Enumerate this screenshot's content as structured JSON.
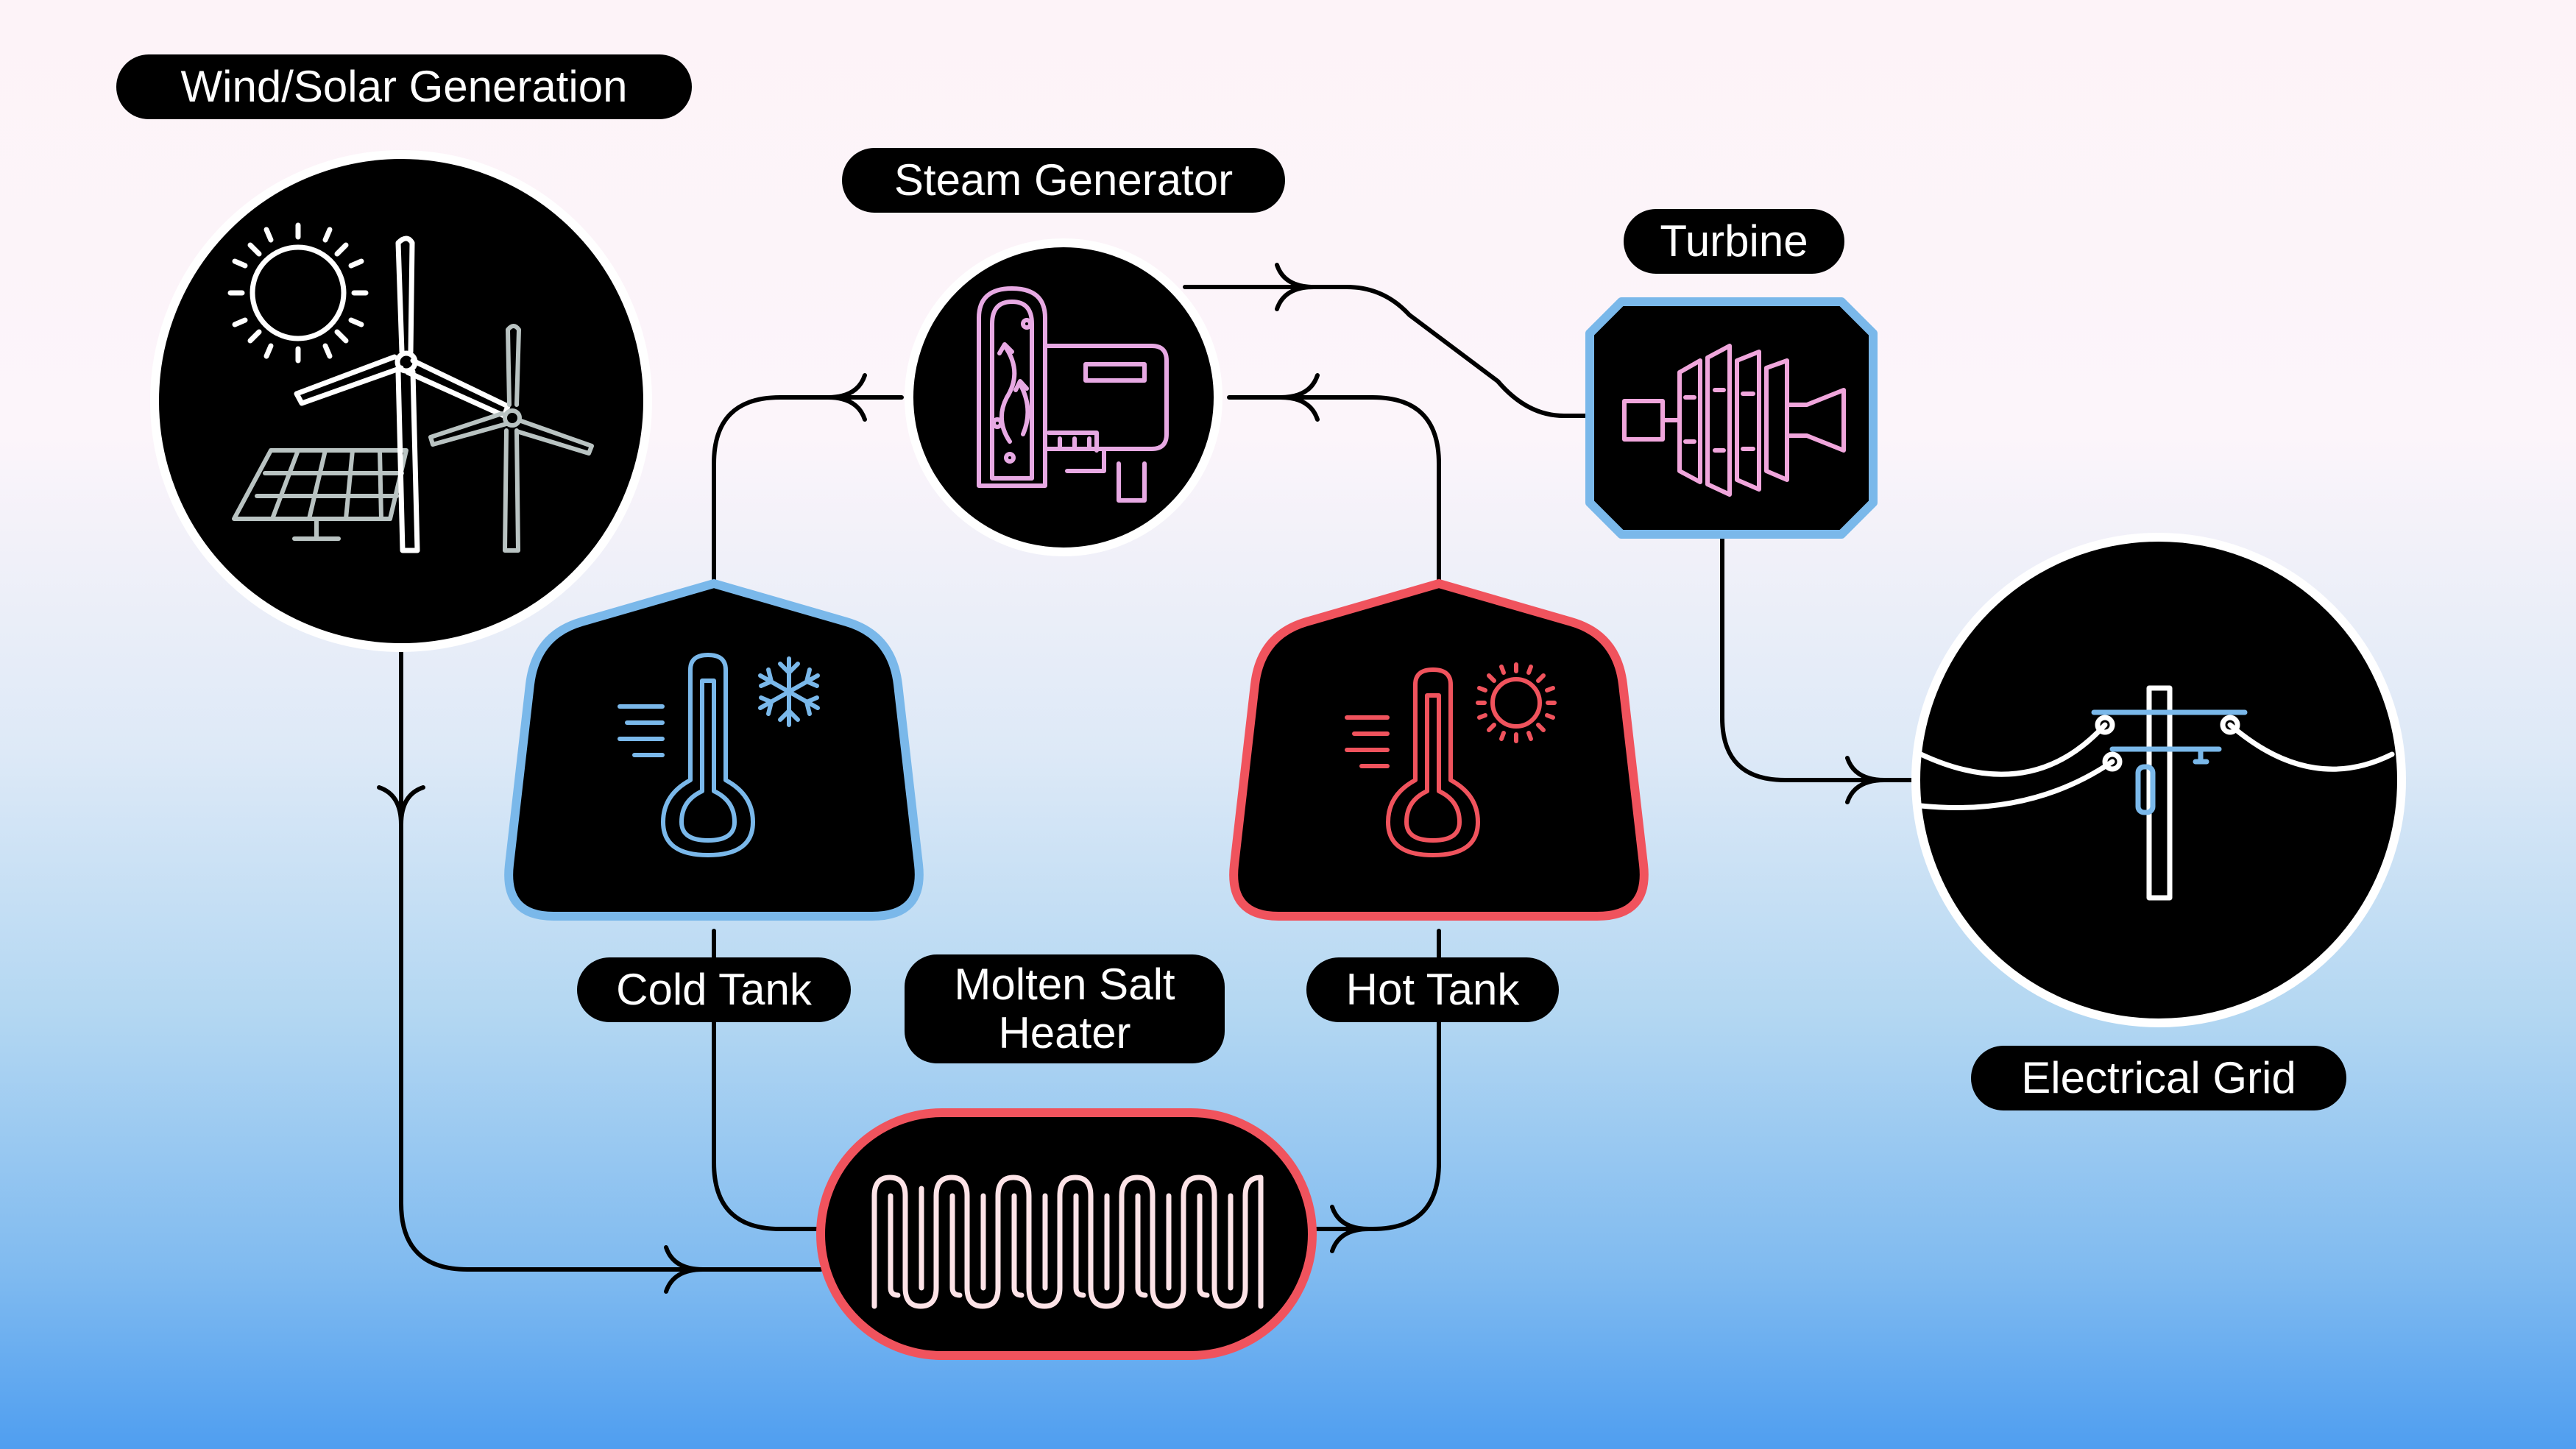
{
  "labels": {
    "wind_solar": "Wind/Solar Generation",
    "steam_generator": "Steam Generator",
    "turbine": "Turbine",
    "cold_tank": "Cold Tank",
    "molten_salt_heater_line1": "Molten Salt",
    "molten_salt_heater_line2": "Heater",
    "hot_tank": "Hot Tank",
    "electrical_grid": "Electrical Grid"
  },
  "colors": {
    "cold_accent": "#7ab8ea",
    "hot_accent": "#f0535d",
    "steam_pink": "#e7a9e3",
    "turbine_pink": "#f0a6dc",
    "heater_coil": "#fde3e7",
    "node_fill": "#000000",
    "arrow_line": "#000000"
  },
  "icons": {
    "wind_solar": "sun-wind-turbines-solar-panel-icon",
    "steam_generator": "steam-generator-icon",
    "turbine": "turbine-icon",
    "cold_tank": "thermometer-snowflake-icon",
    "hot_tank": "thermometer-sun-icon",
    "heater": "heating-coil-icon",
    "electrical_grid": "power-pole-icon"
  }
}
